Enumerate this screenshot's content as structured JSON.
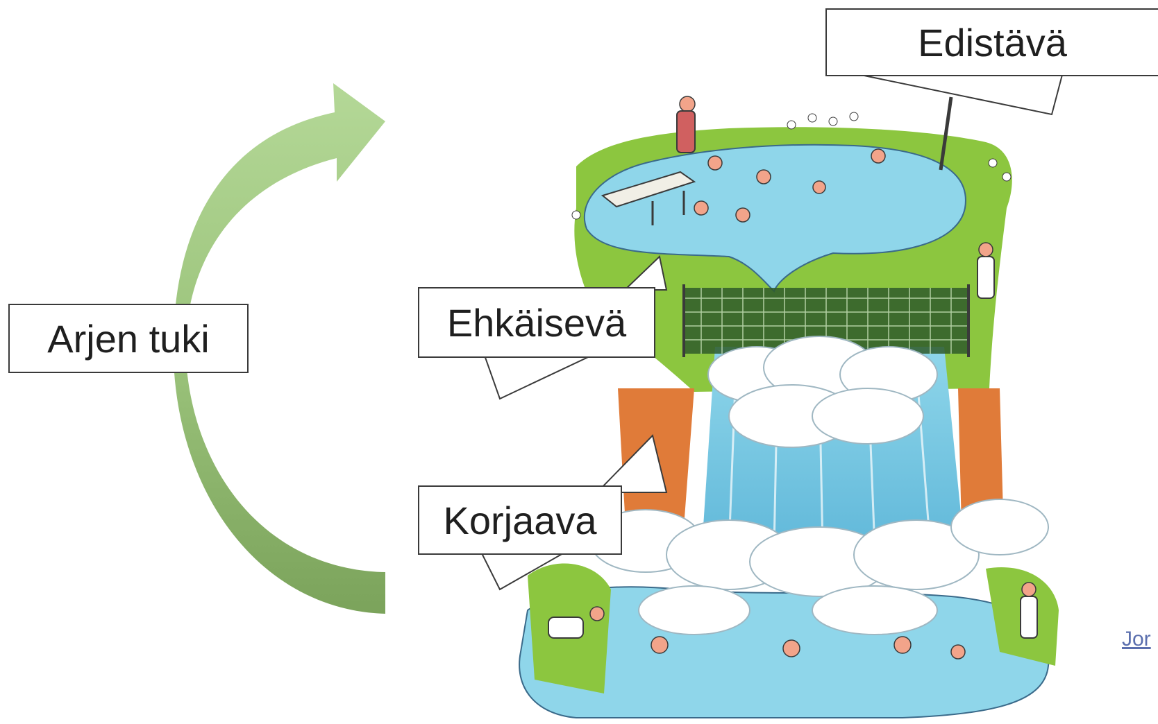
{
  "labels": {
    "arjen_tuki": "Arjen tuki",
    "edistava": "Edistävä",
    "ehkaiseva": "Ehkäisevä",
    "korjaava": "Korjaava"
  },
  "source_link": {
    "text": "Jor"
  },
  "colors": {
    "arrow_light": "#a9cf8a",
    "arrow_dark": "#7fa35e",
    "water": "#8fd6ea",
    "water_deep": "#5fb7d9",
    "grass": "#8cc63f",
    "earth": "#e07b39",
    "foam": "#ffffff",
    "outline": "#3a3a3a"
  },
  "illustration": {
    "subject": "waterfall-with-swimmers",
    "icons": [
      "curved-arrow-icon",
      "waterfall-illustration",
      "net-icon",
      "diving-board-icon",
      "sign-post-icon"
    ]
  }
}
